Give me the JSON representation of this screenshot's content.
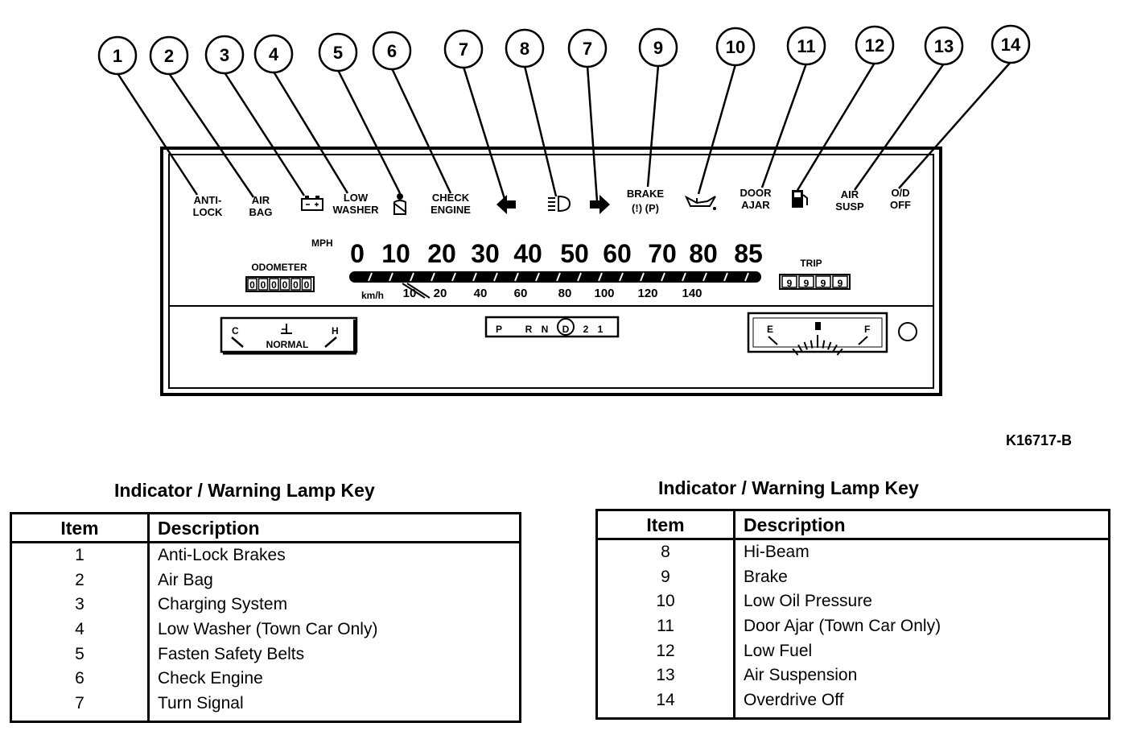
{
  "figure_id": "K16717-B",
  "callouts": [
    "1",
    "2",
    "3",
    "4",
    "5",
    "6",
    "7",
    "8",
    "7",
    "9",
    "10",
    "11",
    "12",
    "13",
    "14"
  ],
  "cluster": {
    "lamp_labels": {
      "anti_lock": [
        "ANTI-",
        "LOCK"
      ],
      "air_bag": [
        "AIR",
        "BAG"
      ],
      "low_washer": [
        "LOW",
        "WASHER"
      ],
      "check_engine": [
        "CHECK",
        "ENGINE"
      ],
      "brake": [
        "BRAKE",
        "(!) (P)"
      ],
      "door_ajar": [
        "DOOR",
        "AJAR"
      ],
      "air_susp": [
        "AIR",
        "SUSP"
      ],
      "od_off": [
        "O/D",
        "OFF"
      ]
    },
    "mph_label": "MPH",
    "mph_scale": [
      "0",
      "10",
      "20",
      "30",
      "40",
      "50",
      "60",
      "70",
      "80",
      "85"
    ],
    "kmh_label": "km/h",
    "kmh_scale": [
      "10",
      "20",
      "40",
      "60",
      "80",
      "100",
      "120",
      "140"
    ],
    "odometer_label": "ODOMETER",
    "odometer_digits": [
      "0",
      "0",
      "0",
      "0",
      "0",
      "0"
    ],
    "trip_label": "TRIP",
    "trip_digits": [
      "9",
      "9",
      "9",
      "9"
    ],
    "prnd": [
      "P",
      "R",
      "N",
      "D",
      "2",
      "1"
    ],
    "temp_gauge": {
      "cold": "C",
      "hot": "H",
      "normal": "NORMAL"
    },
    "fuel_gauge": {
      "empty": "E",
      "full": "F"
    }
  },
  "left_key": {
    "title": "Indicator / Warning Lamp Key",
    "headers": {
      "item": "Item",
      "description": "Description"
    },
    "rows": [
      {
        "item": "1",
        "description": "Anti-Lock Brakes"
      },
      {
        "item": "2",
        "description": "Air Bag"
      },
      {
        "item": "3",
        "description": "Charging System"
      },
      {
        "item": "4",
        "description": "Low Washer (Town Car Only)"
      },
      {
        "item": "5",
        "description": "Fasten Safety Belts"
      },
      {
        "item": "6",
        "description": "Check Engine"
      },
      {
        "item": "7",
        "description": "Turn Signal"
      }
    ]
  },
  "right_key": {
    "title": "Indicator / Warning Lamp Key",
    "headers": {
      "item": "Item",
      "description": "Description"
    },
    "rows": [
      {
        "item": "8",
        "description": "Hi-Beam"
      },
      {
        "item": "9",
        "description": "Brake"
      },
      {
        "item": "10",
        "description": "Low Oil Pressure"
      },
      {
        "item": "11",
        "description": "Door Ajar (Town Car Only)"
      },
      {
        "item": "12",
        "description": "Low Fuel"
      },
      {
        "item": "13",
        "description": "Air Suspension"
      },
      {
        "item": "14",
        "description": "Overdrive Off"
      }
    ]
  }
}
